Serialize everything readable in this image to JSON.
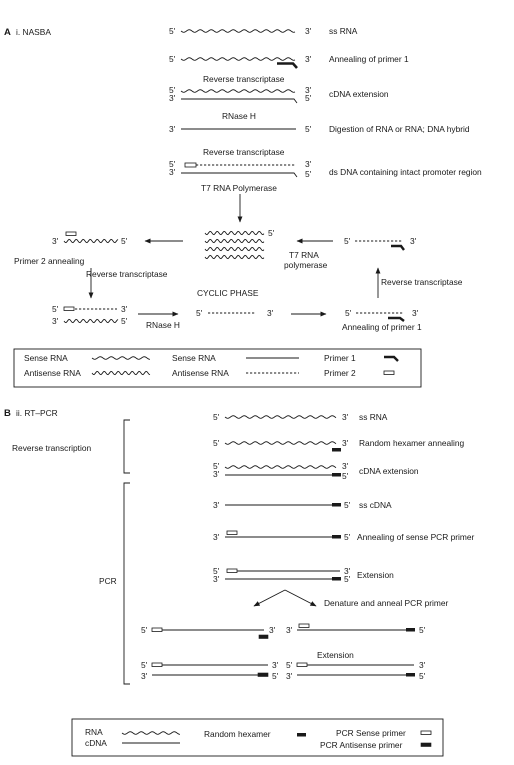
{
  "panel_a": {
    "letter": "A",
    "title": "i. NASBA",
    "steps": [
      "ss RNA",
      "Annealing of primer 1",
      "cDNA extension",
      "Digestion of RNA or RNA; DNA hybrid",
      "ds DNA containing intact promoter region"
    ],
    "enzymes": {
      "rt1": "Reverse transcriptase",
      "rnaseh1": "RNase H",
      "rt2": "Reverse transcriptase",
      "t7": "T7 RNA Polymerase",
      "t7b_1": "T7 RNA",
      "t7b_2": "polymerase",
      "rt3": "Reverse transcriptase",
      "rt4": "Reverse transcriptase",
      "rnaseh2": "RNase H"
    },
    "cycle": {
      "center": "CYCLIC PHASE",
      "primer2": "Primer 2 annealing",
      "primer1": "Annealing of primer 1"
    },
    "legend": {
      "sense_rna": "Sense RNA",
      "antisense_rna": "Antisense RNA",
      "sense_rna2": "Sense RNA",
      "antisense_rna2": "Antisense RNA",
      "primer1": "Primer 1",
      "primer2": "Primer 2"
    }
  },
  "panel_b": {
    "letter": "B",
    "title": "ii. RT–PCR",
    "bracket_rt": "Reverse transcription",
    "bracket_pcr": "PCR",
    "steps": [
      "ss RNA",
      "Random hexamer annealing",
      "cDNA extension",
      "ss cDNA",
      "Annealing of sense PCR primer",
      "Extension",
      "Denature and anneal PCR primer",
      "Extension"
    ],
    "legend": {
      "rna": "RNA",
      "cdna": "cDNA",
      "hexamer": "Random hexamer",
      "sense": "PCR Sense primer",
      "antisense": "PCR Antisense primer"
    }
  },
  "ends": {
    "five": "5'",
    "three": "3'"
  }
}
